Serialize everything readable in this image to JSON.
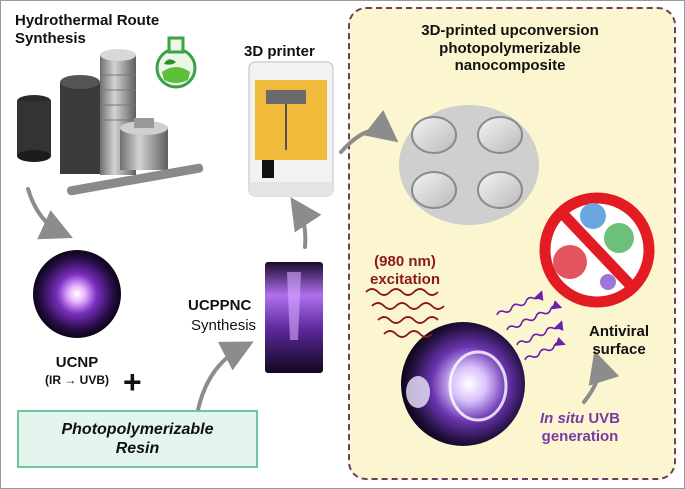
{
  "labels": {
    "hydrothermal_line1": "Hydrothermal Route",
    "hydrothermal_line2": "Synthesis",
    "printer": "3D printer",
    "panel_title_line1": "3D-printed upconversion",
    "panel_title_line2": "photopolymerizable",
    "panel_title_line3": "nanocomposite",
    "ucnp": "UCNP",
    "ucnp_sub": "(IR → UVB)",
    "plus": "+",
    "ucppnc": "UCPPNC",
    "ucppnc_sub": "Synthesis",
    "resin_line1": "Photopolymerizable",
    "resin_line2": "Resin",
    "excitation_line1": "(980 nm)",
    "excitation_line2": "excitation",
    "antiviral_line1": "Antiviral",
    "antiviral_line2": "surface",
    "insitu_italic": "In situ",
    "insitu_rest": " UVB",
    "insitu_line2": "generation"
  },
  "colors": {
    "panel_bg": "#fbf6cf",
    "panel_border": "#6b3f63",
    "excitation_text": "#8b1a1a",
    "uvb_text": "#7a3aa6",
    "resin_box_bg": "#e3f5ec",
    "resin_box_border": "#6fc49a",
    "arrow": "#8c8c8c",
    "prohibition": "#e31b23"
  }
}
